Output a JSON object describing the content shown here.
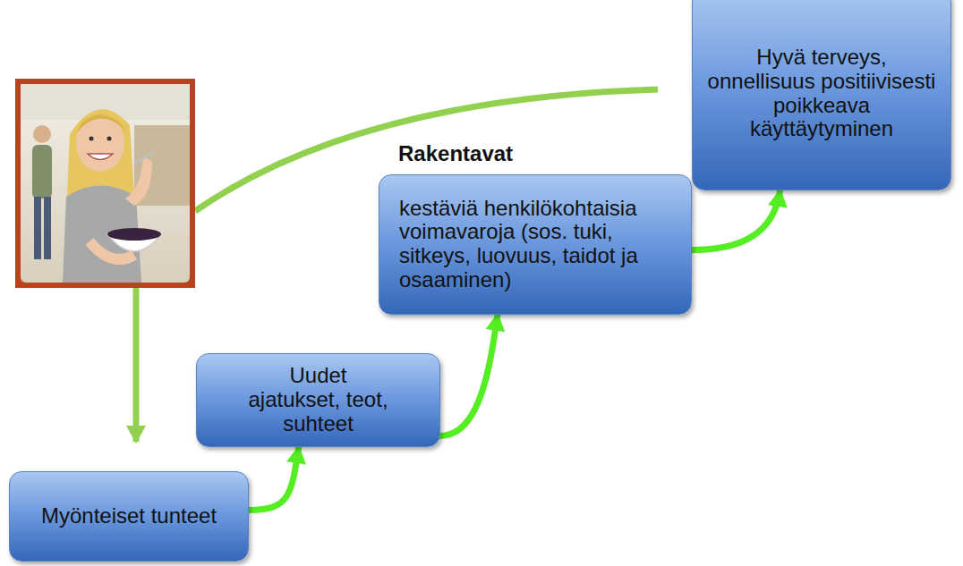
{
  "diagram": {
    "nodes": [
      {
        "text": [
          "Myönteiset tunteet"
        ]
      },
      {
        "text": [
          "Uudet ajatukset, teot, suhteet"
        ]
      },
      {
        "text": [
          "Rakentavat",
          "kestäviä henkilökohtaisia voimavaroja (sos. tuki, sitkeys, luovuus, taidot ja osaaminen)"
        ]
      },
      {
        "text": [
          "Hyvä terveys, onnellisuus positiivisesti poikkeava käyttäytyminen"
        ]
      }
    ],
    "edges": [
      {
        "from": 0,
        "to": 1,
        "arrow": "to"
      },
      {
        "from": 1,
        "to": 2,
        "arrow": "to"
      },
      {
        "from": 2,
        "to": 3,
        "arrow": "to"
      }
    ]
  }
}
